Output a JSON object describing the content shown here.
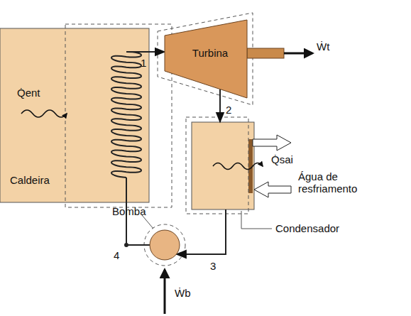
{
  "diagram": {
    "nodes": [
      {
        "text": [
          "Caldeira"
        ]
      },
      {
        "text": [
          "Turbina"
        ]
      },
      {
        "text": [
          "Condensador"
        ]
      },
      {
        "text": [
          "Bomba"
        ]
      }
    ],
    "edges": [
      {
        "from": 0,
        "to": 1,
        "arrow": "to"
      },
      {
        "from": 1,
        "to": 2,
        "arrow": "to"
      },
      {
        "from": 2,
        "to": 3,
        "arrow": "to"
      },
      {
        "from": 3,
        "to": 0,
        "arrow": "none"
      }
    ],
    "labels": [
      "Q̇ent",
      "Ẇt",
      "Q̇sai",
      "Água de resfriamento",
      "1",
      "2",
      "3",
      "4",
      "Ẇb"
    ]
  }
}
